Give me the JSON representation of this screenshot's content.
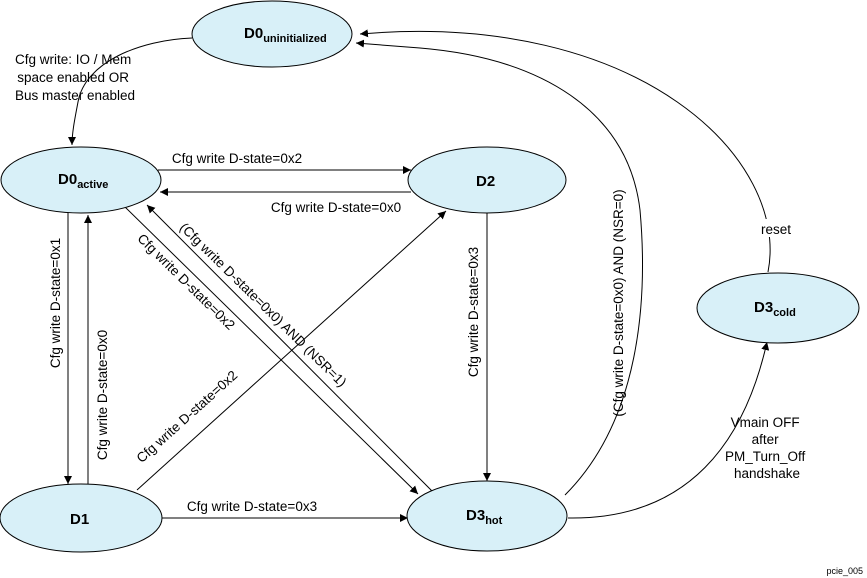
{
  "states": {
    "d0_uninitialized": {
      "main": "D0",
      "sub": "uninitialized"
    },
    "d0_active": {
      "main": "D0",
      "sub": "active"
    },
    "d1": {
      "main": "D1",
      "sub": ""
    },
    "d2": {
      "main": "D2",
      "sub": ""
    },
    "d3_hot": {
      "main": "D3",
      "sub": "hot"
    },
    "d3_cold": {
      "main": "D3",
      "sub": "cold"
    }
  },
  "transitions": {
    "uninit_to_active": [
      "Cfg write: IO / Mem",
      "space enabled OR",
      "Bus master enabled"
    ],
    "active_to_d2": "Cfg write D-state=0x2",
    "d2_to_active": "Cfg write D-state=0x0",
    "active_to_d1": "Cfg write D-state=0x1",
    "d1_to_active": "Cfg write D-state=0x0",
    "active_to_d3hot": "Cfg write D-state=0x2",
    "d3hot_to_active": "(Cfg write D-state=0x0) AND (NSR=1)",
    "d1_to_d2": "Cfg write D-state=0x2",
    "d2_to_d3hot": "Cfg write D-state=0x3",
    "d1_to_d3hot": "Cfg write D-state=0x3",
    "d3hot_to_uninit": "(Cfg write D-state=0x0) AND (NSR=0)",
    "d3hot_to_d3cold": [
      "Vmain OFF",
      "after",
      "PM_Turn_Off",
      "handshake"
    ],
    "d3cold_to_uninit": "reset"
  },
  "figure_id": "pcie_005"
}
